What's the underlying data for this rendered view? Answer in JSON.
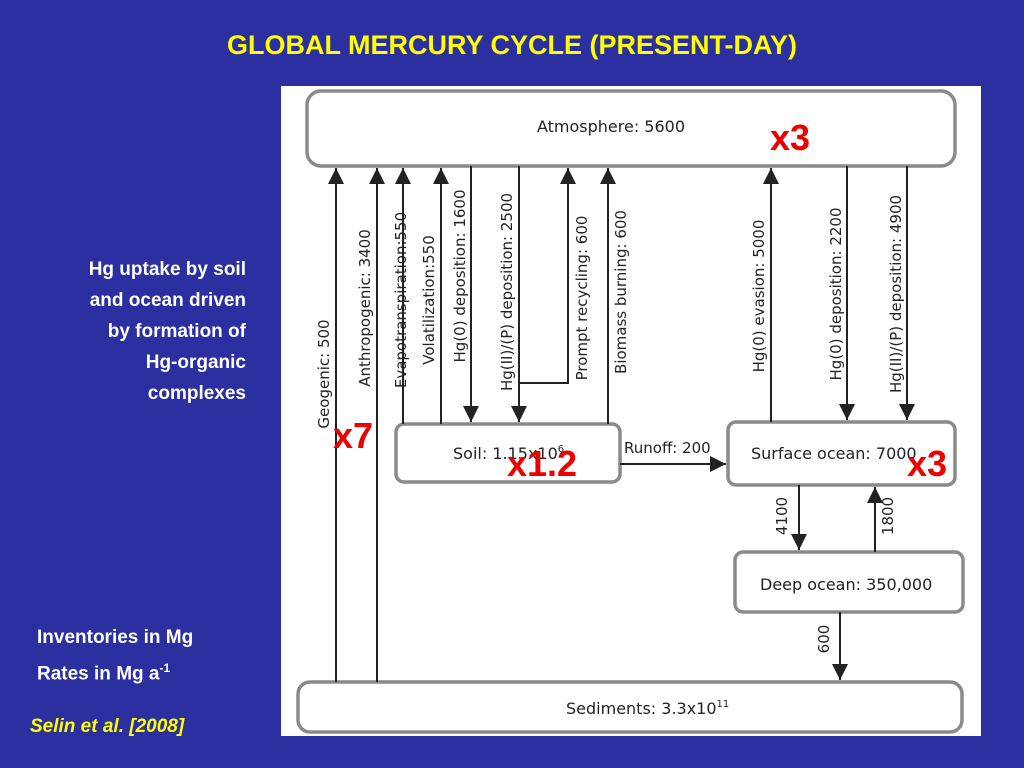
{
  "title": "GLOBAL MERCURY CYCLE (PRESENT-DAY)",
  "note_lines": [
    "Hg  uptake by soil",
    "and ocean driven",
    "by formation of",
    "Hg-organic",
    "complexes"
  ],
  "units": {
    "line1": "Inventories in Mg",
    "line2": "Rates in Mg a",
    "line2_sup": "-1"
  },
  "citation": "Selin et al. [2008]",
  "reservoirs": {
    "atmosphere": "Atmosphere: 5600",
    "soil": "Soil: 1.15x10",
    "soil_exp": "6",
    "surface_ocean": "Surface ocean: 7000",
    "deep_ocean": "Deep ocean: 350,000",
    "sediments": "Sediments: 3.3x10",
    "sediments_exp": "11"
  },
  "flows": {
    "geogenic": "Geogenic: 500",
    "anthropogenic": "Anthropogenic: 3400",
    "evapotranspiration": "Evapotranspiration:550",
    "volatilization": "Volatilization:550",
    "hg0_deposition_land": "Hg(0) deposition: 1600",
    "hgii_deposition_land": "Hg(II)/(P) deposition: 2500",
    "prompt_recycling": "Prompt recycling: 600",
    "biomass_burning": "Biomass burning: 600",
    "runoff": "Runoff: 200",
    "hg0_evasion": "Hg(0) evasion: 5000",
    "hg0_deposition_ocean": "Hg(0) deposition: 2200",
    "hgii_deposition_ocean": "Hg(II)/(P) deposition: 4900",
    "surface_to_deep": "4100",
    "deep_to_surface": "1800",
    "deep_to_sediments": "600"
  },
  "multipliers": {
    "atmosphere": "x3",
    "land_emissions": "x7",
    "soil": "x1.2",
    "surface_ocean": "x3"
  },
  "colors": {
    "background": "#2b2fa0",
    "title": "#ffff00",
    "note_text": "#ffffff",
    "citation": "#ffff00",
    "multiplier": "#ee0000"
  }
}
